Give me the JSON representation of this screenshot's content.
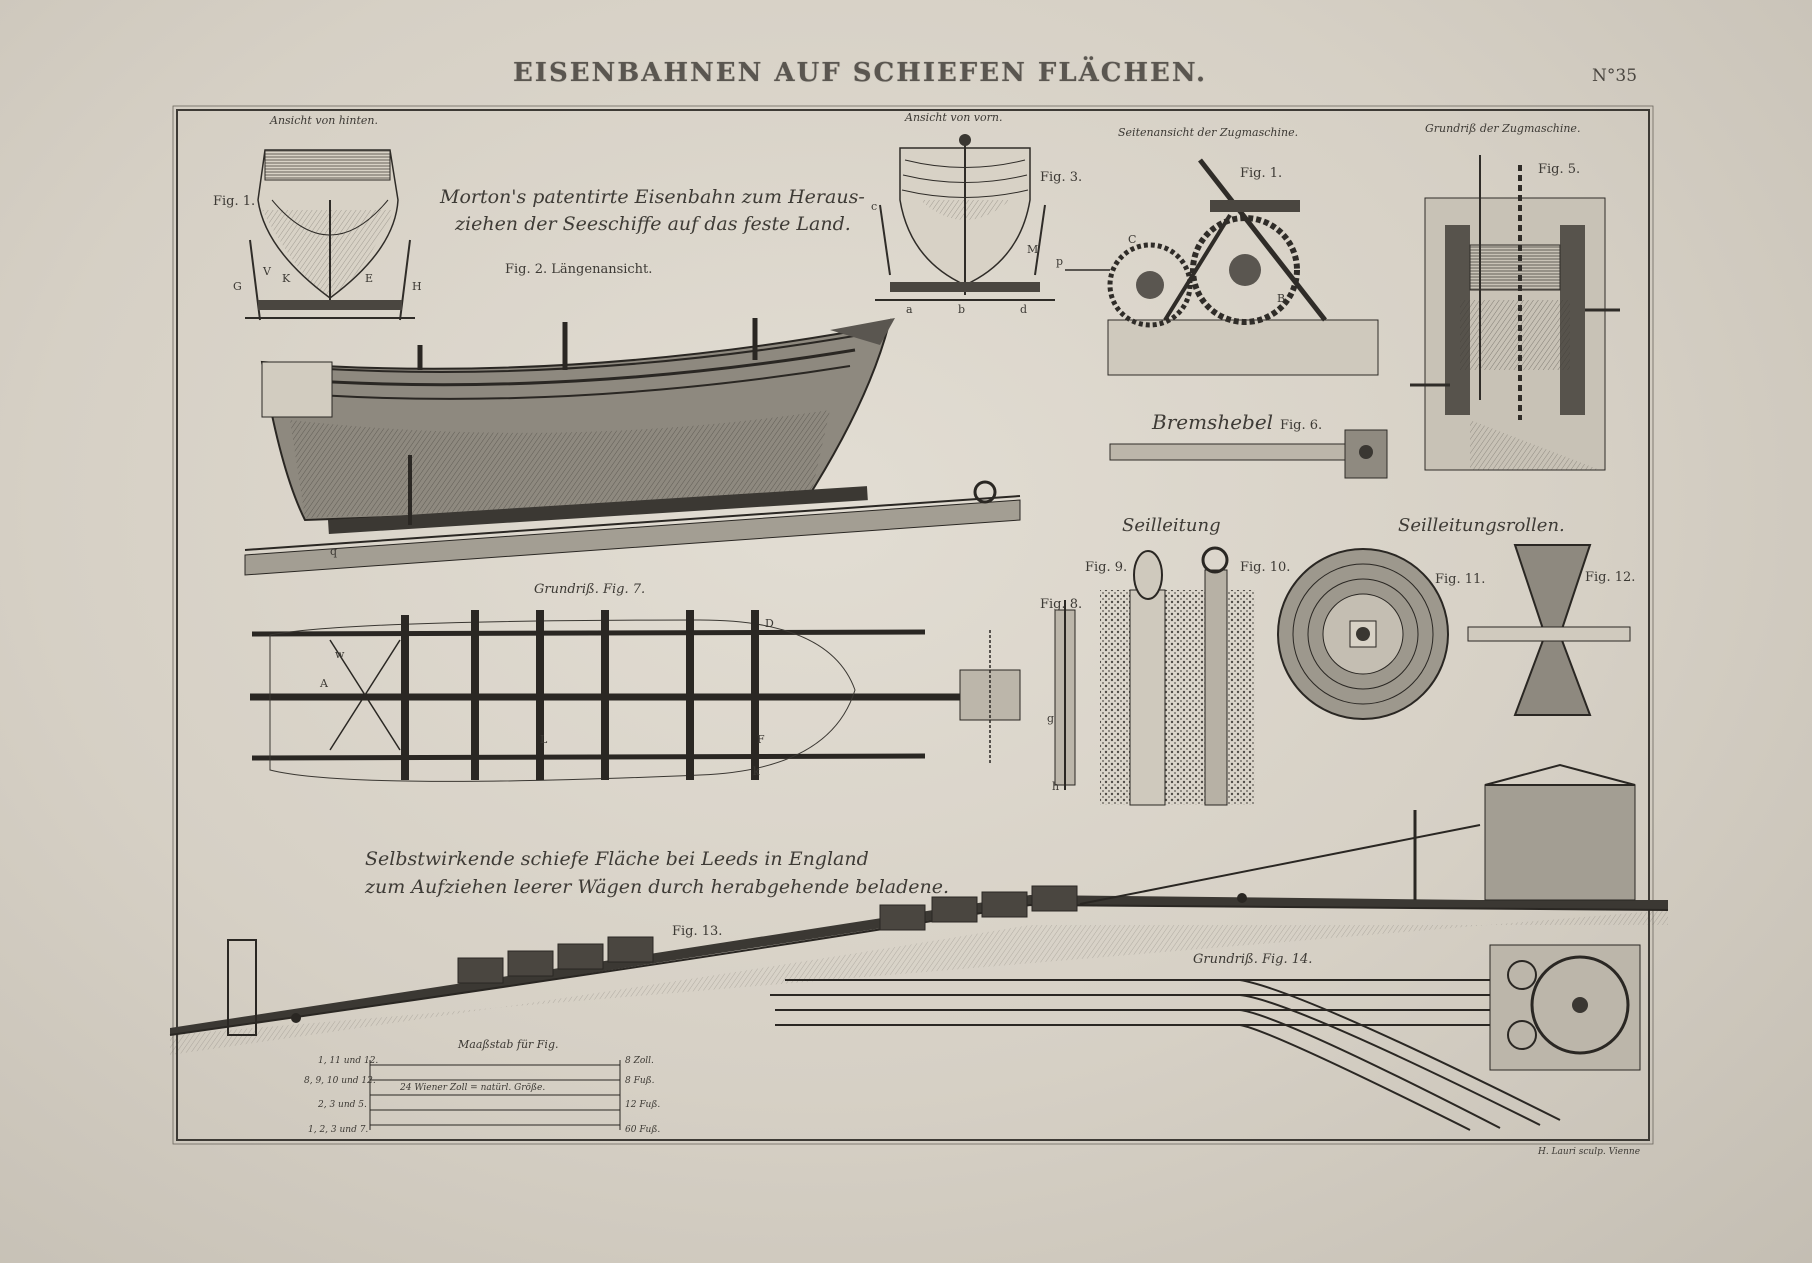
{
  "plate": {
    "title": "EISENBAHNEN AUF SCHIEFEN FLÄCHEN.",
    "number": "N°35",
    "engraver": "H. Lauri sculp. Vienne"
  },
  "labels": {
    "ansicht_hinten": "Ansicht von hinten.",
    "ansicht_vorn": "Ansicht von vorn.",
    "seitenansicht": "Seitenansicht der Zugmaschine.",
    "grundriss_zug": "Grundriß der Zugmaschine.",
    "morton_line1": "Morton's patentirte Eisenbahn zum Heraus-",
    "morton_line2": "ziehen der Seeschiffe auf das feste Land.",
    "fig1_a": "Fig. 1.",
    "fig1_b": "Fig. 1.",
    "fig2": "Fig. 2. Längenansicht.",
    "fig3": "Fig. 3.",
    "fig5": "Fig. 5.",
    "bremshebel": "Bremshebel",
    "fig6": "Fig. 6.",
    "grundriss_fig7": "Grundriß. Fig. 7.",
    "seilleitung": "Seilleitung",
    "seilleitungsrollen": "Seilleitungsrollen.",
    "fig8": "Fig. 8.",
    "fig9": "Fig. 9.",
    "fig10": "Fig. 10.",
    "fig11": "Fig. 11.",
    "fig12": "Fig. 12.",
    "leeds_line1": "Selbstwirkende schiefe Fläche bei Leeds in England",
    "leeds_line2": "zum Aufziehen leerer Wägen durch herabgehende beladene.",
    "fig13": "Fig. 13.",
    "grundriss_fig14": "Grundriß. Fig. 14.",
    "massstab": "Maaßstab für Fig.",
    "scale_inner": "24 Wiener Zoll = natürl. Größe.",
    "scale_rows": [
      "1, 11 und 12.",
      "8, 9, 10 und 12.",
      "2, 3 und 5.",
      "1, 2, 3 und 7."
    ],
    "scale_units": [
      "8 Zoll.",
      "8 Fuß.",
      "12 Fuß.",
      "60 Fuß."
    ]
  },
  "letters": {
    "G": "G",
    "H": "H",
    "V": "V",
    "K": "K",
    "E": "E",
    "a": "a",
    "b": "b",
    "c": "c",
    "d": "d",
    "M": "M",
    "p": "p",
    "C": "C",
    "B": "B",
    "A": "A",
    "D": "D",
    "F": "F",
    "L": "L",
    "q": "q",
    "w": "w",
    "h": "h",
    "k": "k",
    "g": "g"
  }
}
